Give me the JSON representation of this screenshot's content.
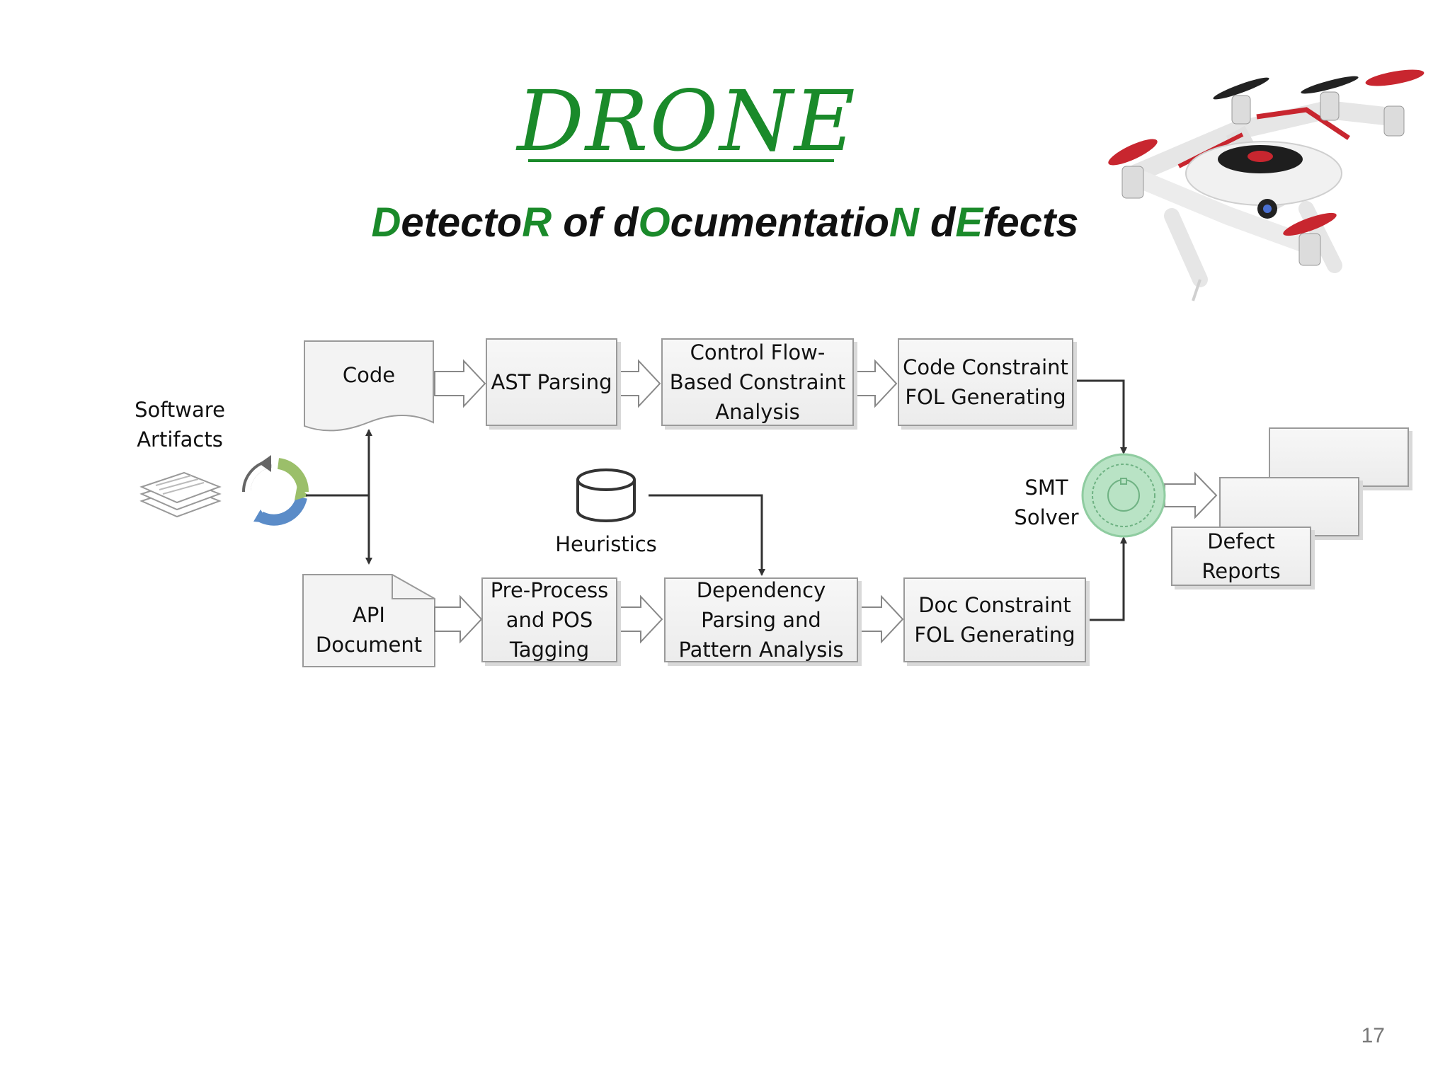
{
  "title": "DRONE",
  "subtitle_segments": [
    {
      "text": "D",
      "hl": true
    },
    {
      "text": "etecto",
      "hl": false
    },
    {
      "text": "R",
      "hl": true
    },
    {
      "text": " of d",
      "hl": false
    },
    {
      "text": "O",
      "hl": true
    },
    {
      "text": "cumentatio",
      "hl": false
    },
    {
      "text": "N",
      "hl": true
    },
    {
      "text": " d",
      "hl": false
    },
    {
      "text": "E",
      "hl": true
    },
    {
      "text": "fects",
      "hl": false
    }
  ],
  "colors": {
    "accent": "#1a8a2a",
    "solver": "#b9e3c5",
    "recycle_green": "#9bbf6a",
    "recycle_blue": "#5b8cc8"
  },
  "diagram": {
    "software_artifacts": "Software\nArtifacts",
    "code": "Code",
    "api_document": "API\nDocument",
    "ast_parsing": "AST Parsing",
    "control_flow": "Control Flow-\nBased Constraint\nAnalysis",
    "code_constraint": "Code Constraint\nFOL Generating",
    "heuristics": "Heuristics",
    "preprocess": "Pre-Process\nand POS\nTagging",
    "dependency": "Dependency\nParsing and\nPattern Analysis",
    "doc_constraint": "Doc Constraint\nFOL Generating",
    "smt_solver": "SMT\nSolver",
    "defect_reports": "Defect\nReports"
  },
  "drone_image": "drone-photo",
  "page_number": "17"
}
